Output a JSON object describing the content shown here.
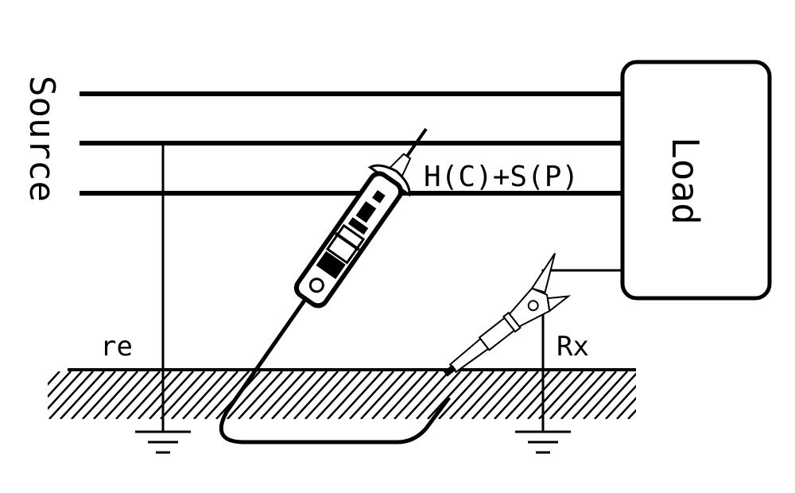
{
  "labels": {
    "source": "Source",
    "load": "Load",
    "probe": "H(C)+S(P)",
    "re": "re",
    "rx": "Rx"
  },
  "colors": {
    "ink": "#000000",
    "background": "#ffffff"
  }
}
